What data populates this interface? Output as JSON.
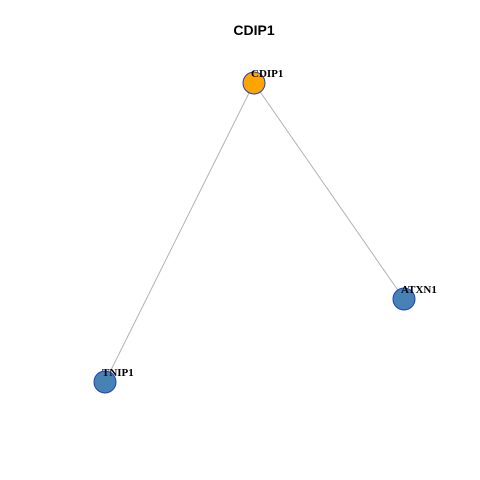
{
  "title": "CDIP1",
  "colors": {
    "edge": "#b3b3b3",
    "node_stroke": "#1f3fbf",
    "label": "#000000",
    "title": "#000000",
    "background": "#ffffff"
  },
  "graph": {
    "nodes": [
      {
        "id": "CDIP1",
        "label": "CDIP1",
        "role": "center",
        "color": "#ffa500"
      },
      {
        "id": "ATXN1",
        "label": "ATXN1",
        "role": "neighbor",
        "color": "#4682b4"
      },
      {
        "id": "TNIP1",
        "label": "TNIP1",
        "role": "neighbor",
        "color": "#4682b4"
      }
    ],
    "edges": [
      {
        "source": "CDIP1",
        "target": "ATXN1"
      },
      {
        "source": "CDIP1",
        "target": "TNIP1"
      }
    ]
  }
}
